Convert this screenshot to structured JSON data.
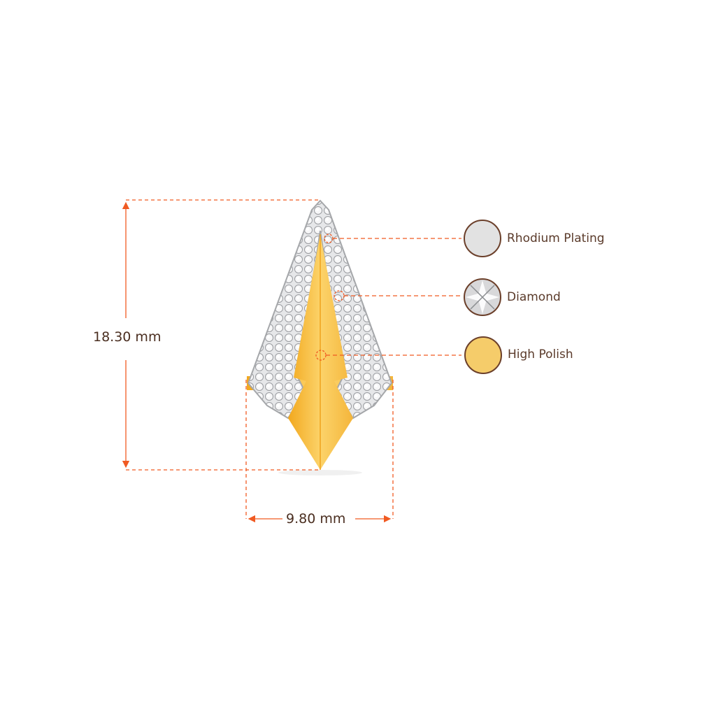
{
  "dimensions": {
    "height_label": "18.30 mm",
    "width_label": "9.80 mm"
  },
  "legend": [
    {
      "label": "Rhodium Plating",
      "swatch": "#e2e2e2",
      "icon": "rhodium-swatch-icon"
    },
    {
      "label": "Diamond",
      "swatch": "#d8d8d8",
      "icon": "diamond-swatch-icon"
    },
    {
      "label": "High Polish",
      "swatch": "#f5cc6a",
      "icon": "gold-swatch-icon"
    }
  ],
  "colors": {
    "dimension_line": "#f05a22",
    "swatch_border": "#6b3f2a",
    "text": "#5a3a2a",
    "gold": "#f6b631",
    "silver": "#d9dadc"
  }
}
